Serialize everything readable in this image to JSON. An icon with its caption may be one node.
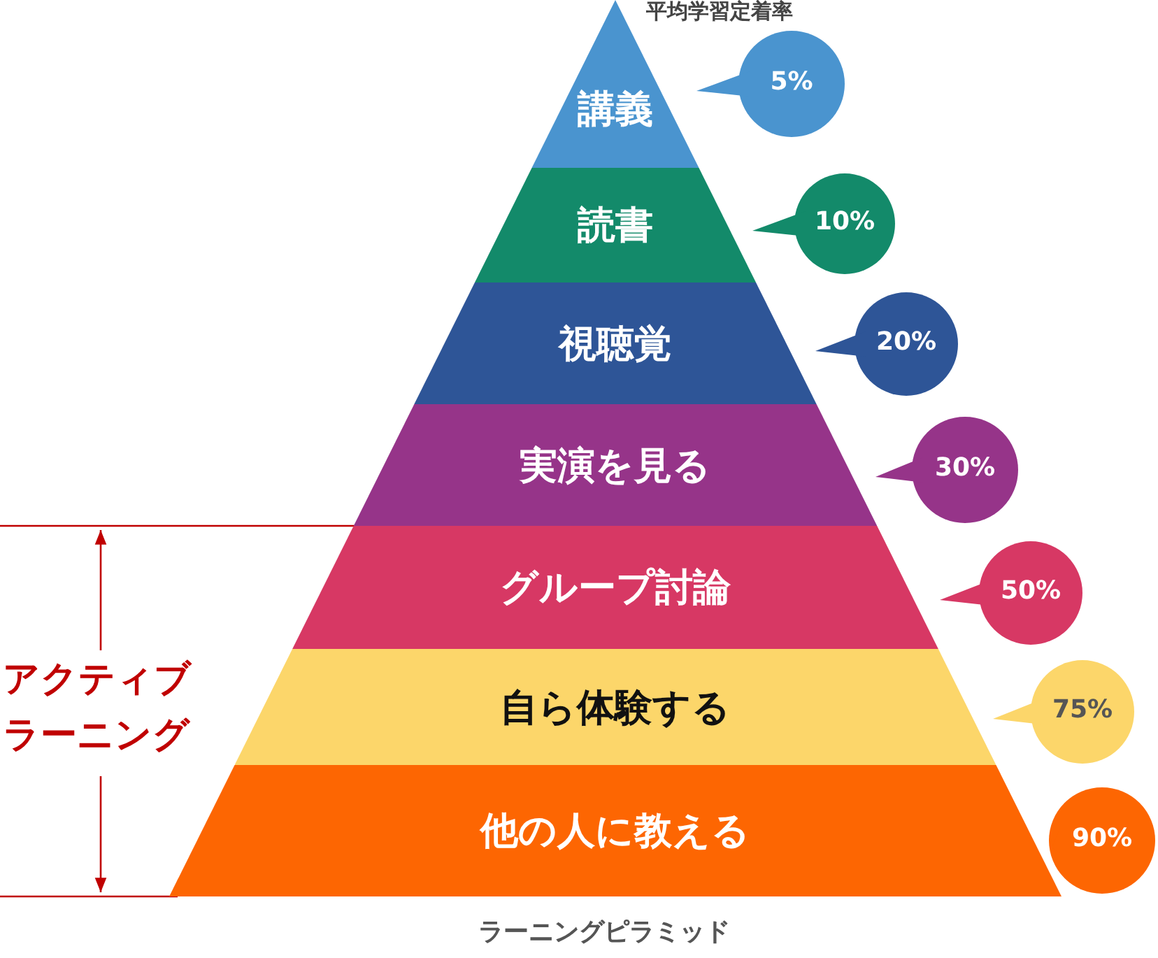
{
  "diagram": {
    "title": "平均学習定着率",
    "caption": "ラーニングピラミッド",
    "nodes": [
      {
        "text": [
          "講義"
        ]
      },
      {
        "text": [
          "読書"
        ]
      },
      {
        "text": [
          "視聴覚"
        ]
      },
      {
        "text": [
          "実演を見る"
        ]
      },
      {
        "text": [
          "グループ討論"
        ]
      },
      {
        "text": [
          "自ら体験する"
        ]
      },
      {
        "text": [
          "他の人に教える"
        ]
      },
      {
        "text": [
          "5%"
        ]
      },
      {
        "text": [
          "10%"
        ]
      },
      {
        "text": [
          "20%"
        ]
      },
      {
        "text": [
          "30%"
        ]
      },
      {
        "text": [
          "50%"
        ]
      },
      {
        "text": [
          "75%"
        ]
      },
      {
        "text": [
          "90%"
        ]
      }
    ],
    "labels": [
      "アクティブラーニング"
    ]
  }
}
